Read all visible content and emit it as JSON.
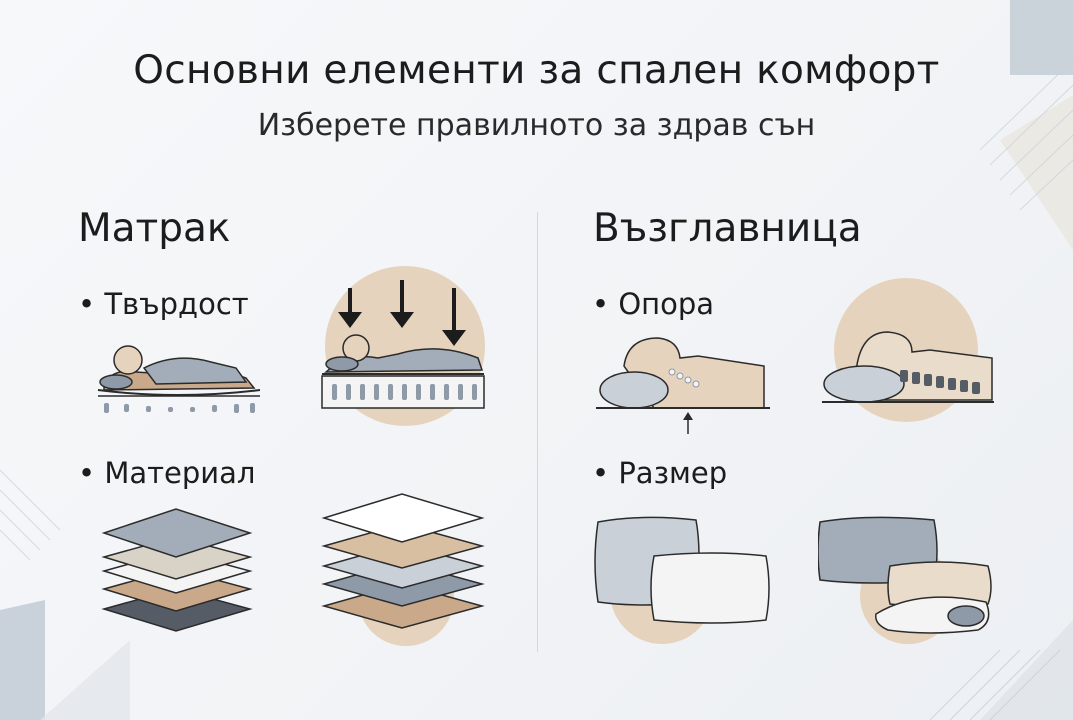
{
  "header": {
    "title": "Основни елементи за спален комфорт",
    "subtitle": "Изберете правилното за здрав сън"
  },
  "mattress": {
    "heading": "Матрак",
    "bullets": [
      "• Твърдост",
      "• Материал"
    ]
  },
  "pillow": {
    "heading": "Възглавница",
    "bullets": [
      "• Опора",
      "• Размер"
    ]
  },
  "colors": {
    "beige": "#e6d3bd",
    "tan": "#c9a98a",
    "gray_blue": "#8e9aa8",
    "light_gray": "#c9d0d8",
    "dark_gray": "#555c66",
    "outline": "#2b2b2b"
  }
}
